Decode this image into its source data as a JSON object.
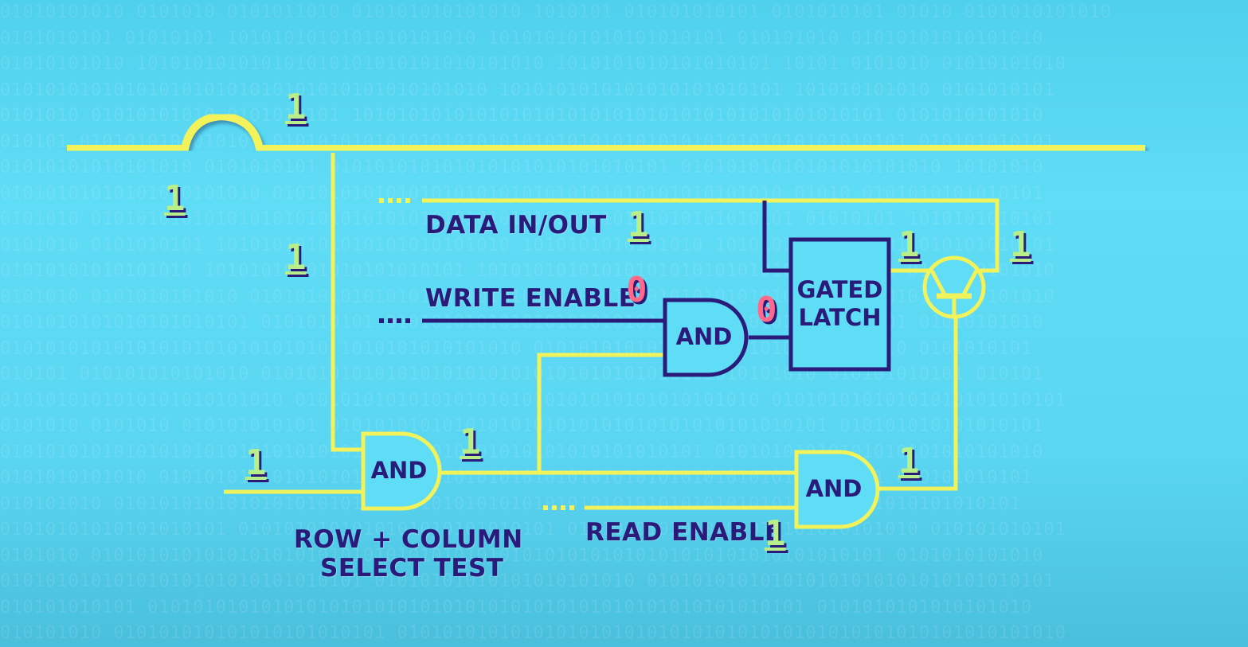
{
  "labels": {
    "data_in_out": "DATA IN/OUT",
    "write_enable": "WRITE ENABLE",
    "read_enable": "READ ENABLE",
    "row_column_line1": "ROW + COLUMN",
    "row_column_line2": "SELECT TEST",
    "gated_latch_line1": "GATED",
    "gated_latch_line2": "LATCH",
    "and_gate": "AND"
  },
  "bits": {
    "top_horizontal_wire": "1",
    "vertical_wire_upper": "1",
    "vertical_wire_middle": "1",
    "row_select_input": "1",
    "data_in_out": "1",
    "write_enable": "0",
    "and_write_output": "0",
    "latch_output": "1",
    "transistor_output": "1",
    "select_and_output": "1",
    "read_and_output": "1",
    "read_enable": "1"
  },
  "colors": {
    "wire": "#f2f25a",
    "wire_dark": "#2a1a7a",
    "gate_fill": "#5fdcf6",
    "bit_one": "#b9ef8a",
    "bit_zero": "#ff6a8a",
    "text": "#2a1a7a"
  },
  "icons": {
    "and_gate": "and-gate-icon",
    "latch": "gated-latch-icon",
    "transistor": "transistor-icon",
    "wire_crossover": "wire-hop-icon"
  }
}
